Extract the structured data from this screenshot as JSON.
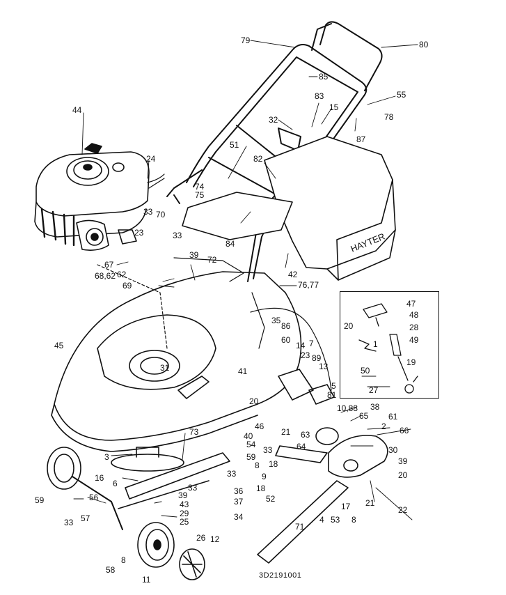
{
  "diagram_code": "3D2191001",
  "brand_text": "HAYTER",
  "callouts": [
    "1",
    "2",
    "3",
    "4",
    "5",
    "6",
    "7",
    "8",
    "9",
    "10,88",
    "11",
    "12",
    "13",
    "14",
    "15",
    "16",
    "17",
    "18",
    "19",
    "20",
    "21",
    "22",
    "23",
    "24",
    "25",
    "26",
    "27",
    "28",
    "29",
    "30",
    "31",
    "32",
    "33",
    "34",
    "35",
    "36",
    "37",
    "38",
    "39",
    "40",
    "41",
    "42",
    "43",
    "44",
    "45",
    "46",
    "47",
    "48",
    "49",
    "50",
    "51",
    "52",
    "53",
    "54",
    "55",
    "56",
    "57",
    "58",
    "59",
    "60",
    "61",
    "62",
    "63",
    "64",
    "65",
    "66",
    "67",
    "68,62",
    "69",
    "70",
    "71",
    "72",
    "73",
    "74",
    "75",
    "76,77",
    "78",
    "79",
    "80",
    "81",
    "82",
    "83",
    "84",
    "85",
    "86",
    "87",
    "89"
  ]
}
